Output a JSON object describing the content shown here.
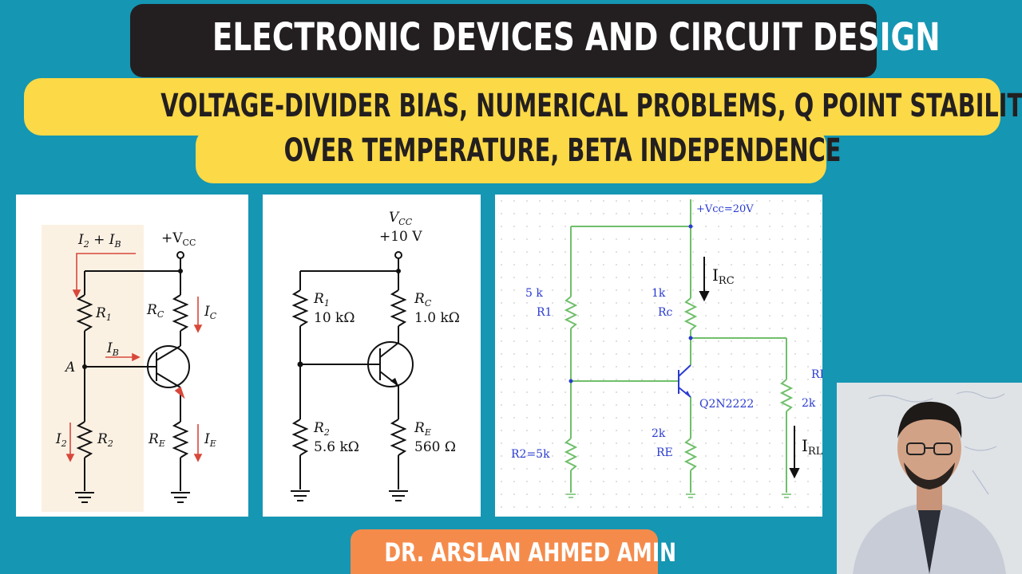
{
  "header": {
    "title": "ELECTRONIC DEVICES AND CIRCUIT DESIGN",
    "subtitle_line1": "VOLTAGE-DIVIDER BIAS, NUMERICAL PROBLEMS, Q POINT STABILITY",
    "subtitle_line2": "OVER TEMPERATURE, BETA INDEPENDENCE"
  },
  "circuit1": {
    "supply": "+V",
    "supply_sub": "CC",
    "current_top": "I",
    "current_top_sub1": "2",
    "current_top_plus": " + I",
    "current_top_sub2": "B",
    "r1": "R",
    "r1_sub": "1",
    "rc": "R",
    "rc_sub": "C",
    "ic": "I",
    "ic_sub": "C",
    "ib": "I",
    "ib_sub": "B",
    "node": "A",
    "i2": "I",
    "i2_sub": "2",
    "r2": "R",
    "r2_sub": "2",
    "re": "R",
    "re_sub": "E",
    "ie": "I",
    "ie_sub": "E"
  },
  "circuit2": {
    "vcc": "V",
    "vcc_sub": "CC",
    "vcc_value": "+10 V",
    "r1": "R",
    "r1_sub": "1",
    "r1_value": "10 kΩ",
    "rc": "R",
    "rc_sub": "C",
    "rc_value": "1.0 kΩ",
    "r2": "R",
    "r2_sub": "2",
    "r2_value": "5.6 kΩ",
    "re": "R",
    "re_sub": "E",
    "re_value": "560 Ω"
  },
  "circuit3": {
    "vcc": "+Vcc=20V",
    "irc": "I",
    "irc_sub": "RC",
    "r1_value": "5 k",
    "r1_label": "R1",
    "rc_value": "1k",
    "rc_label": "Rc",
    "transistor": "Q2N2222",
    "rl_label": "RL",
    "rl_value": "2k",
    "irl": "I",
    "irl_sub": "RL",
    "r2_label": "R2=5k",
    "re_value": "2k",
    "re_label": "RE"
  },
  "author": {
    "name": "DR. ARSLAN AHMED AMIN"
  },
  "colors": {
    "background": "#1596b3",
    "banner": "#231f20",
    "subtitle": "#fbd947",
    "author": "#f58b4b",
    "arrow_red": "#d8483a",
    "wire_green": "#6fbf6a",
    "wire_blue": "#2a3bd0"
  }
}
